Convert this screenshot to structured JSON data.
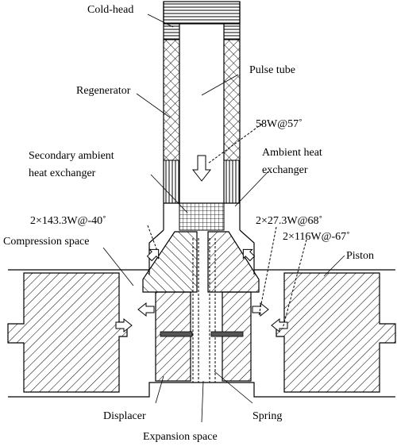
{
  "labels": {
    "cold_head": "Cold-head",
    "pulse_tube": "Pulse tube",
    "regenerator": "Regenerator",
    "pulse_tube_power": "58W@57˚",
    "secondary_hx_line1": "Secondary ambient",
    "secondary_hx_line2": "heat exchanger",
    "ambient_hx_line1": "Ambient heat",
    "ambient_hx_line2": "exchanger",
    "compression_power": "2×143.3W@-40˚",
    "displacer_power": "2×27.3W@68˚",
    "piston_power": "2×116W@-67˚",
    "compression_space": "Compression space",
    "piston": "Piston",
    "displacer": "Displacer",
    "spring": "Spring",
    "expansion_space": "Expansion space"
  },
  "colors": {
    "stroke": "#000000",
    "spring_bar": "#555555",
    "background": "#ffffff"
  }
}
